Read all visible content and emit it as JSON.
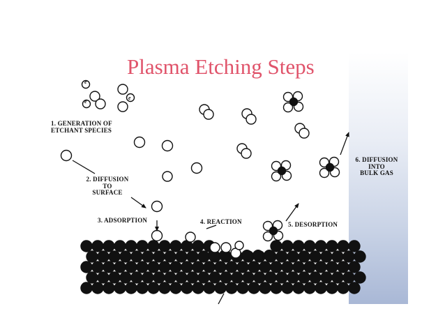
{
  "title": "Plasma Etching Steps",
  "steps": {
    "s1_line1": "1. GENERATION OF",
    "s1_line2": "ETCHANT SPECIES",
    "s2_line1": "2. DIFFUSION",
    "s2_line2": "TO",
    "s2_line3": "SURFACE",
    "s3": "3. ADSORPTION",
    "s4": "4. REACTION",
    "s5": "5. DESORPTION",
    "s6_line1": "6. DIFFUSION",
    "s6_line2": "INTO",
    "s6_line3": "BULK GAS"
  },
  "electron_symbol": "e",
  "colors": {
    "title": "#e0536a",
    "ink": "#111111",
    "gas_panel_top": "#ffffff",
    "gas_panel_bottom": "#a9b8d6"
  }
}
